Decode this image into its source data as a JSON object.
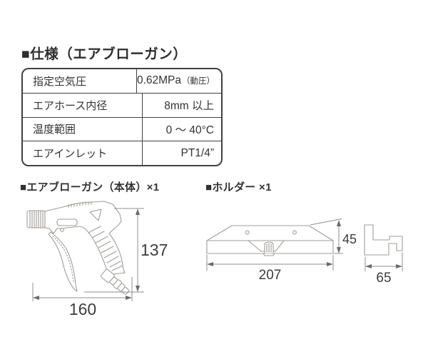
{
  "title": "■仕様（エアブローガン）",
  "spec_table": {
    "rows": [
      {
        "label": "指定空気圧",
        "value": "0.62MPa",
        "note": "（動圧）"
      },
      {
        "label": "エアホース内径",
        "value": "8mm 以上",
        "note": ""
      },
      {
        "label": "温度範囲",
        "value": "0 ～ 40°C",
        "note": ""
      },
      {
        "label": "エアインレット",
        "value": "PT1/4”",
        "note": ""
      }
    ]
  },
  "gun": {
    "label": "■エアブローガン（本体）×1",
    "height_mm": "137",
    "width_mm": "160"
  },
  "holder": {
    "label": "■ホルダー ×1",
    "width_mm": "207",
    "height_mm": "45",
    "depth_mm": "65"
  },
  "colors": {
    "line_art": "#a09d98",
    "dimension_line": "#8f8f8f",
    "arrow": "#6a6a6a",
    "dimension_text": "#3d3d3d",
    "table_border": "#414141",
    "text": "#333333"
  }
}
